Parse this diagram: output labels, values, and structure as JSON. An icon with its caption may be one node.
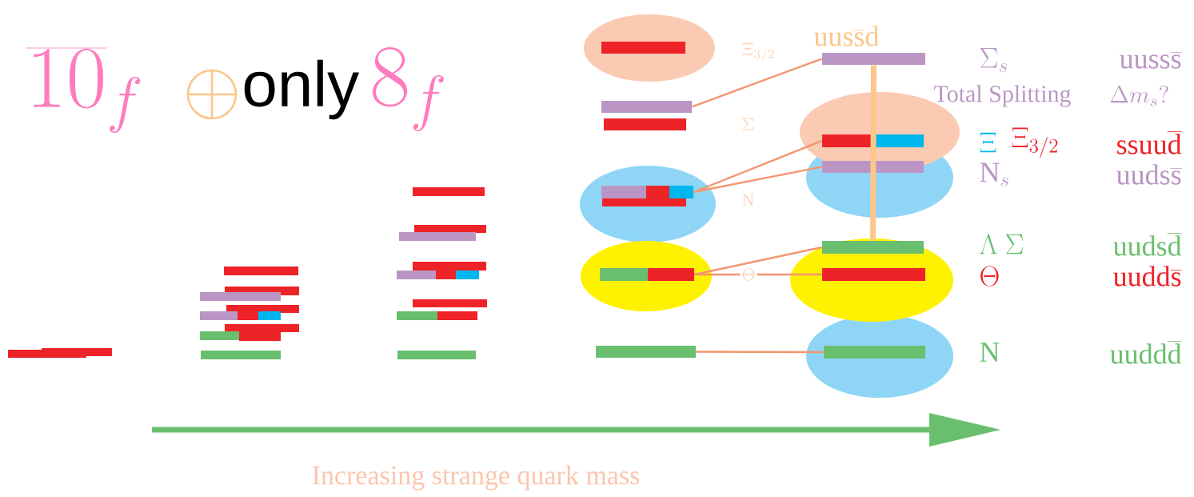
{
  "diagram": {
    "nodes": [
      {
        "text": [],
        "shape": "bar"
      },
      {
        "text": [],
        "shape": "bar"
      },
      {
        "text": [],
        "shape": "bar"
      },
      {
        "text": [],
        "shape": "bar"
      },
      {
        "text": [],
        "shape": "bar"
      },
      {
        "text": [],
        "shape": "bar"
      },
      {
        "text": [],
        "shape": "bar"
      },
      {
        "text": [],
        "shape": "bar"
      },
      {
        "text": [],
        "shape": "bar"
      },
      {
        "text": [],
        "shape": "bar"
      },
      {
        "text": [],
        "shape": "bar"
      },
      {
        "text": [],
        "shape": "bar"
      }
    ],
    "edges": [
      {
        "from": 0,
        "to": 4,
        "arrow": "none"
      },
      {
        "from": 1,
        "to": 5,
        "arrow": "none"
      },
      {
        "from": 1,
        "to": 6,
        "arrow": "none"
      },
      {
        "from": 2,
        "to": 7,
        "arrow": "none"
      },
      {
        "from": 2,
        "to": 8,
        "arrow": "none"
      },
      {
        "from": 3,
        "to": 9,
        "arrow": "none"
      },
      {
        "from": 4,
        "to": 7,
        "arrow": "none",
        "style": "thick",
        "color": "#fbc78b"
      }
    ],
    "labels": [
      "\\overline{10}_f",
      "only",
      "8_f",
      "\\Xi_{3/2}",
      "\\mathrm{uus\\overline{s}d}",
      "\\Sigma_s",
      "\\mathrm{uuss\\overline{s}}",
      "Total Splitting",
      "\\Delta m_s?",
      "\\Sigma",
      "\\Xi",
      "\\Xi_{3/2}",
      "\\mathrm{ssuu\\overline{d}}",
      "\\mathrm{N}",
      "\\mathrm{N}_s",
      "\\mathrm{uuds\\overline{s}}",
      "\\Lambda\\ \\Sigma",
      "\\mathrm{uuds\\overline{d}}",
      "\\Theta",
      "\\Theta",
      "\\mathrm{uudd\\overline{s}}",
      "\\mathrm{N}",
      "\\mathrm{uudd\\overline{d}}",
      "Increasing strange quark mass"
    ]
  }
}
